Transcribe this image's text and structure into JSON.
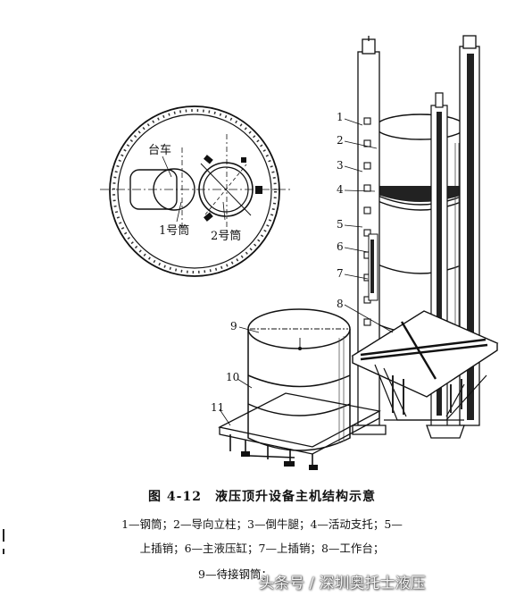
{
  "plan_view": {
    "label_cart": "台车",
    "label_tube1": "1号筒",
    "label_tube2": "2号筒"
  },
  "callouts": [
    "1",
    "2",
    "3",
    "4",
    "5",
    "6",
    "7",
    "8",
    "9",
    "10",
    "11"
  ],
  "caption": {
    "title": "图 4-12　液压顶升设备主机结构示意",
    "legend_line1": "1—钢筒；2—导向立柱；3—倒牛腿；4—活动支托；5—",
    "legend_line2": "上插销；6—主液压缸；7—上插销；8—工作台；",
    "legend_line3": "9—待接钢筒；"
  },
  "watermark": "头条号 / 深圳奥托士液压"
}
